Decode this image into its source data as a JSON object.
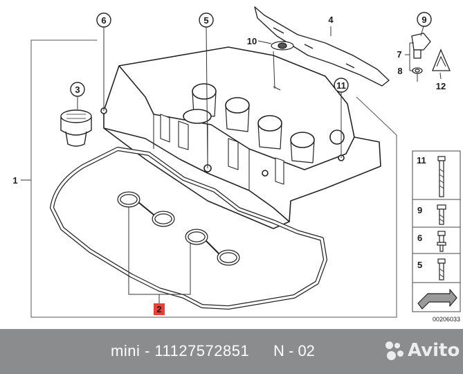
{
  "diagram": {
    "callouts": {
      "c1": "1",
      "c2": "2",
      "c3": "3",
      "c4": "4",
      "c5": "5",
      "c6": "6",
      "c7": "7",
      "c8": "8",
      "c9": "9",
      "c10": "10",
      "c11": "11",
      "c12": "12"
    },
    "fastener_table": {
      "rows": [
        "11",
        "9",
        "6",
        "5"
      ]
    },
    "reference_code": "00206033",
    "highlight_color": "#e8413a"
  },
  "footer": {
    "caption": "mini - 11127572851",
    "part_label": "N - 02",
    "watermark": "Avito"
  }
}
